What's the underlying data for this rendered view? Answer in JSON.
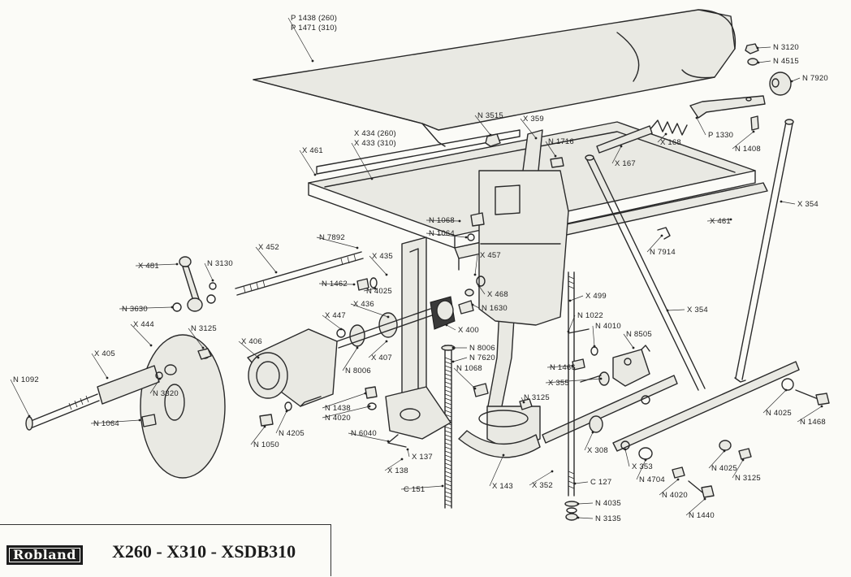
{
  "callouts": [
    "P 1438 (260)",
    "P 1471 (310)",
    "N 3120",
    "N 4515",
    "N 7920",
    "N 3515",
    "X 359",
    "N 1716",
    "P 1330",
    "X 168",
    "N 1408",
    "X 167",
    "X 434 (260)",
    "X 433 (310)",
    "X 461",
    "X 354",
    "N 1068",
    "N 1064",
    "X 461",
    "N 7914",
    "X 452",
    "N 7892",
    "X 481",
    "N 3130",
    "X 435",
    "X 457",
    "N 1462",
    "N 4025",
    "X 468",
    "X 499",
    "N 3630",
    "X 436",
    "N 1630",
    "X 354",
    "X 447",
    "N 1022",
    "N 4010",
    "X 444",
    "N 3125",
    "X 400",
    "N 8505",
    "X 405",
    "X 406",
    "X 407",
    "N 8006",
    "N 7620",
    "N 1466",
    "N 8006",
    "N 1068",
    "X 355",
    "N 1092",
    "N 3320",
    "N 3125",
    "N 4025",
    "N 1468",
    "N 1438",
    "N 4020",
    "N 1064",
    "N 4205",
    "N 1050",
    "N 6040",
    "X 137",
    "X 308",
    "X 353",
    "N 4025",
    "X 138",
    "N 4704",
    "N 3125",
    "X 143",
    "X 352",
    "C 127",
    "N 4020",
    "C 151",
    "N 1440",
    "N 4035",
    "N 3135"
  ],
  "footer": {
    "brand": "Robland",
    "models": "X260 - X310 - XSDB310"
  }
}
